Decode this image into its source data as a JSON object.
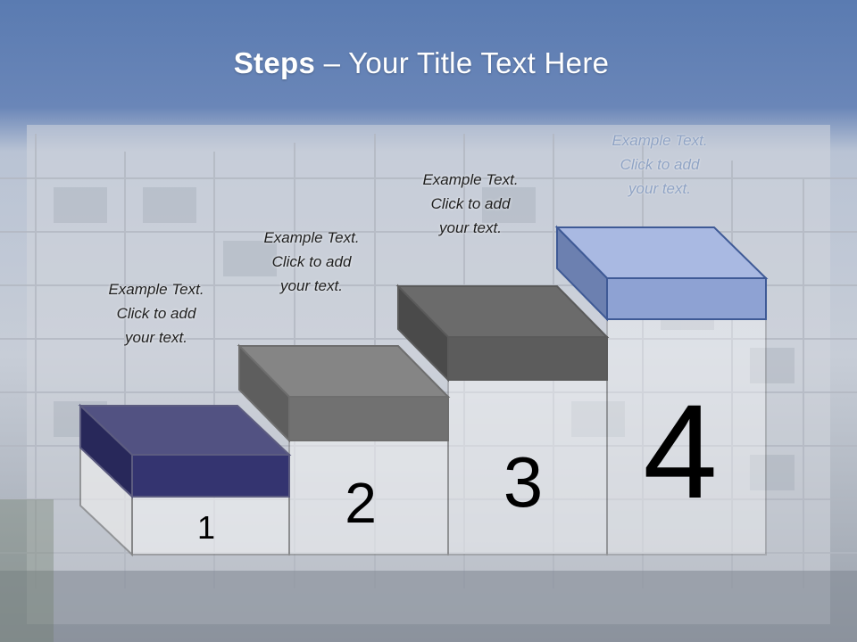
{
  "title": {
    "bold": "Steps",
    "rest": " – Your Title Text Here"
  },
  "steps": [
    {
      "number": "1",
      "text": [
        "Example Text.",
        "Click  to add",
        "your text."
      ],
      "color": "#2f2f66"
    },
    {
      "number": "2",
      "text": [
        "Example Text.",
        "Click  to add",
        "your text."
      ],
      "color": "#6b6b6b"
    },
    {
      "number": "3",
      "text": [
        "Example Text.",
        "Click  to add",
        "your text."
      ],
      "color": "#5e5e5e"
    },
    {
      "number": "4",
      "text": [
        "Example Text.",
        "Click  to add",
        "your text."
      ],
      "color": "#8ea2d3"
    }
  ]
}
